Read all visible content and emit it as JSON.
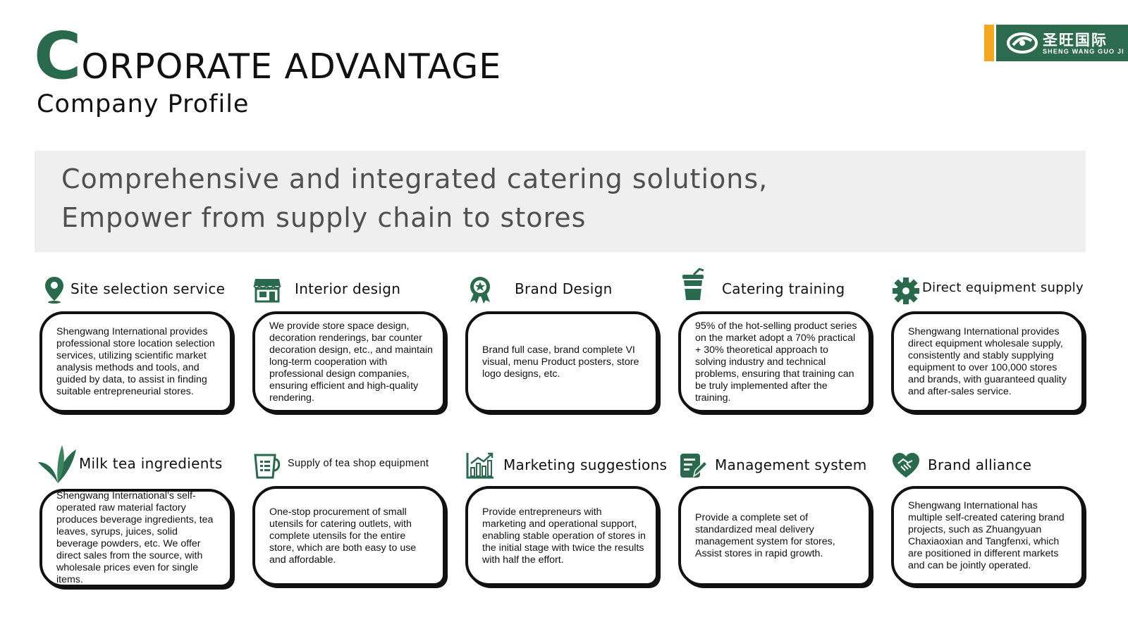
{
  "header": {
    "title_first_letter": "C",
    "title_rest": "ORPORATE ADVANTAGE",
    "subtitle": "Company Profile"
  },
  "logo": {
    "cn": "圣旺国际",
    "en": "SHENG  WANG  GUO JI",
    "colors": {
      "bar": "#f5a623",
      "plate": "#2d6b4f"
    }
  },
  "banner": {
    "line1": "Comprehensive and integrated catering solutions,",
    "line2": "Empower from supply chain to stores"
  },
  "colors": {
    "accent": "#2a6a4c",
    "banner_bg": "#efefef"
  },
  "services": [
    {
      "icon": "location-pin-icon",
      "label": "Site selection service",
      "text": "Shengwang International provides professional store location selection services, utilizing scientific market analysis methods and tools, and guided by data, to assist in finding suitable entrepreneurial stores."
    },
    {
      "icon": "storefront-icon",
      "label": "Interior design",
      "text": "We provide store space design, decoration renderings, bar counter decoration design, etc., and maintain long-term cooperation with professional design companies, ensuring efficient and high-quality rendering."
    },
    {
      "icon": "award-badge-icon",
      "label": "Brand Design",
      "text": "Brand full case, brand complete VI visual, menu Product posters, store logo designs, etc."
    },
    {
      "icon": "drink-cup-icon",
      "label": "Catering training",
      "text": "95% of the hot-selling product series on the market adopt a 70% practical + 30% theoretical approach to solving industry and technical problems, ensuring that training can be truly implemented after the training."
    },
    {
      "icon": "gear-icon",
      "label": "Direct equipment supply",
      "text": "Shengwang International provides direct equipment wholesale supply, consistently and stably supplying equipment to over 100,000 stores and brands, with guaranteed quality and after-sales service."
    },
    {
      "icon": "tea-leaf-icon",
      "label": "Milk tea ingredients",
      "text": "Shengwang International’s self-operated raw material factory produces beverage ingredients, tea leaves, syrups, juices, solid beverage powders, etc. We offer direct sales from the source, with wholesale prices even for single items."
    },
    {
      "icon": "equipment-jug-icon",
      "label": "Supply of tea shop equipment",
      "text": "One-stop procurement of small utensils for catering outlets, with complete utensils for the entire store, which are both easy to use and affordable."
    },
    {
      "icon": "bar-chart-icon",
      "label": "Marketing suggestions",
      "text": "Provide entrepreneurs with marketing and operational support, enabling stable operation of stores in the initial stage with twice the results with half the effort."
    },
    {
      "icon": "clipboard-edit-icon",
      "label": "Management system",
      "text": "Provide a complete set of standardized meal delivery management system for stores, Assist stores in rapid growth."
    },
    {
      "icon": "handshake-heart-icon",
      "label": "Brand alliance",
      "text": "Shengwang International has multiple self-created catering brand projects, such as Zhuangyuan Chaxiaoxian and Tangfenxi, which are positioned in different markets and can be jointly operated."
    }
  ]
}
